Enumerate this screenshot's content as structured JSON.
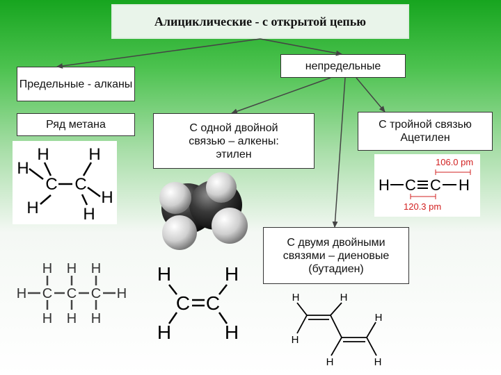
{
  "title": "Алициклические  - с открытой цепью",
  "boxes": {
    "saturated": "Предельные - алканы",
    "unsaturated": "непредельные",
    "methane_series": "Ряд метана",
    "double_bond": "С одной двойной связью – алкены: этилен",
    "triple_bond": "С тройной связью Ацетилен",
    "two_double": "С двумя двойными связями – диеновые (бутадиен)"
  },
  "atoms": {
    "H": "H",
    "C": "C"
  },
  "acetylene": {
    "cc_length": "120.3 pm",
    "ch_length": "106.0 pm",
    "label_color": "#d22020"
  },
  "colors": {
    "arrow": "#444444",
    "green": "#17a51f"
  }
}
